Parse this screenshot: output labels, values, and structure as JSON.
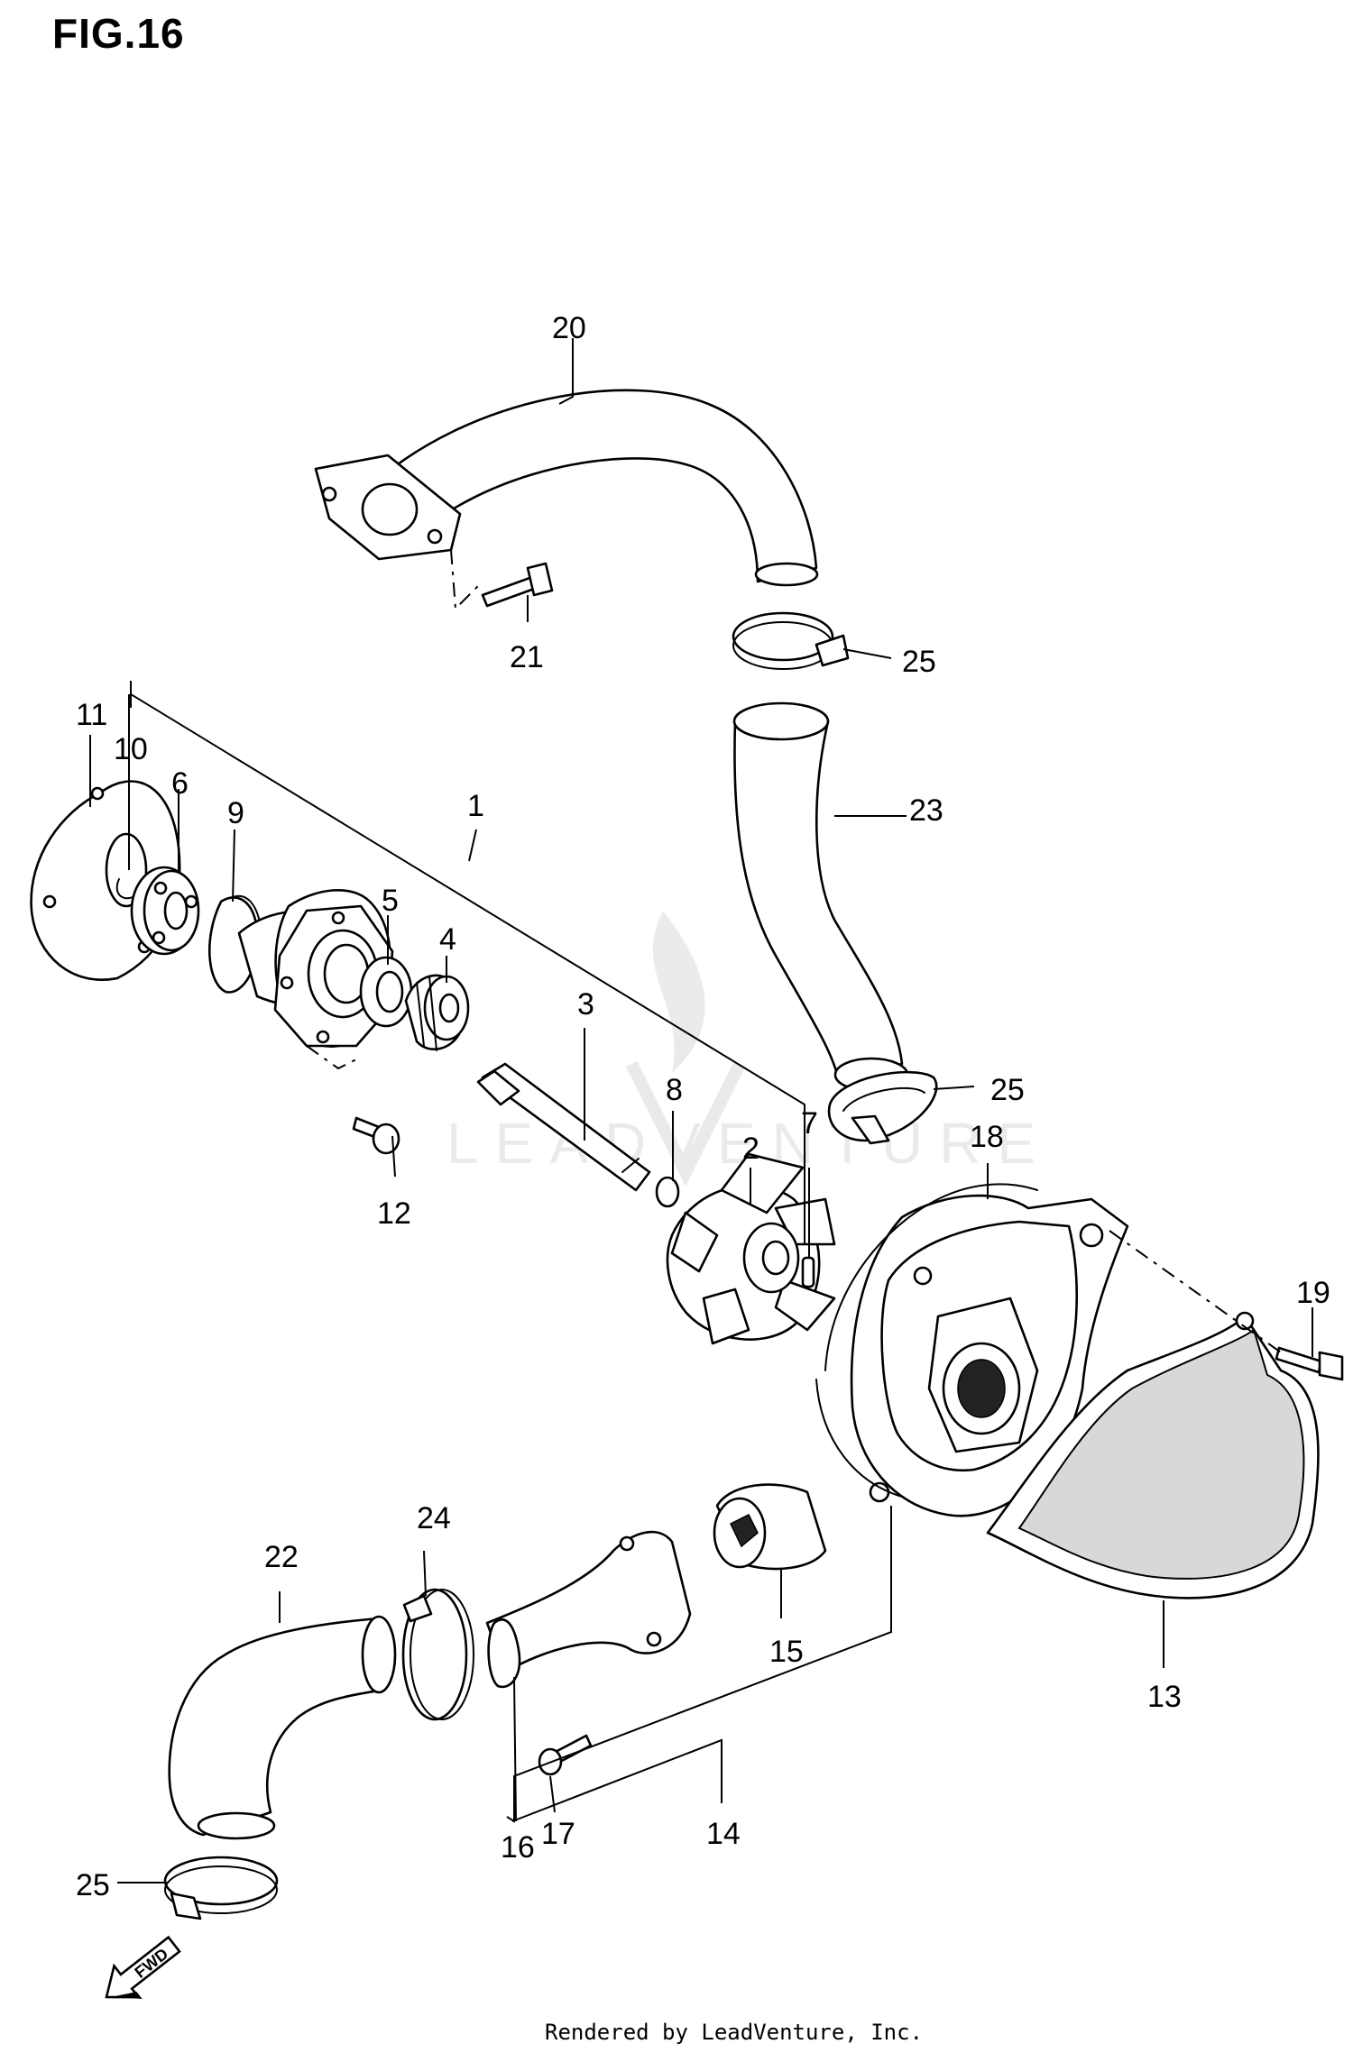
{
  "figure": {
    "title": "FIG.16"
  },
  "callouts": [
    "1",
    "2",
    "3",
    "4",
    "5",
    "6",
    "7",
    "8",
    "9",
    "10",
    "11",
    "12",
    "13",
    "14",
    "15",
    "16",
    "17",
    "18",
    "19",
    "20",
    "21",
    "22",
    "23",
    "24",
    "25"
  ],
  "watermark": "LEADVENTURE",
  "direction_arrow": {
    "label": "FWD",
    "icon": "forward-arrow-icon"
  },
  "footer": {
    "credit": "Rendered by LeadVenture, Inc."
  }
}
